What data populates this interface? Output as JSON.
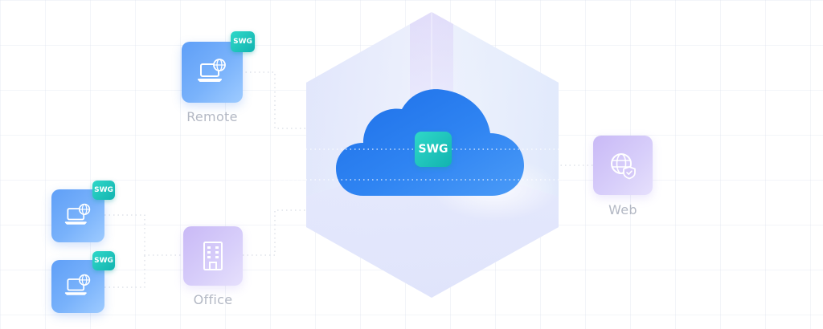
{
  "nodes": {
    "remote": {
      "label": "Remote",
      "badge": "SWG",
      "icon": "laptop-globe-icon"
    },
    "laptop_a": {
      "badge": "SWG",
      "icon": "laptop-globe-icon"
    },
    "laptop_b": {
      "badge": "SWG",
      "icon": "laptop-globe-icon"
    },
    "office": {
      "label": "Office",
      "icon": "office-building-icon"
    },
    "web": {
      "label": "Web",
      "icon": "globe-shield-icon"
    },
    "cloud": {
      "badge": "SWG",
      "icon": "cloud-icon"
    }
  },
  "colors": {
    "device_tile": "#6aa6f8",
    "building_tile": "#cdbef7",
    "swg_badge": "#1cc3bd",
    "cloud": "#2f7ef0",
    "label": "#b3b8c4"
  }
}
